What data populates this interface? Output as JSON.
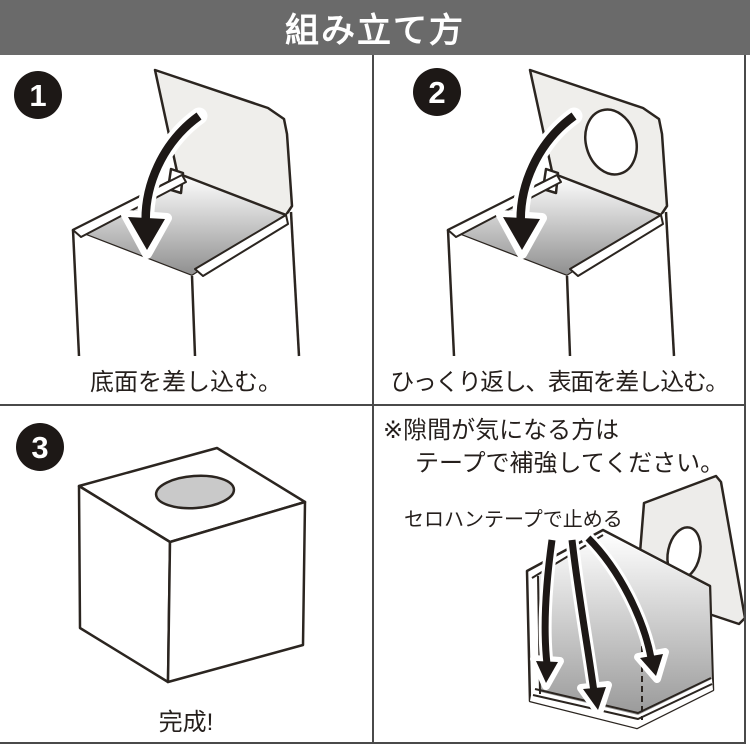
{
  "header": {
    "title": "組み立て方"
  },
  "steps": [
    {
      "number": "1",
      "caption": "底面を差し込む。"
    },
    {
      "number": "2",
      "caption": "ひっくり返し、表面を差し込む。"
    },
    {
      "number": "3",
      "caption": "完成!"
    }
  ],
  "note": {
    "line1": "※隙間が気になる方は",
    "line2": "テープで補強してください。",
    "tape_label": "セロハンテープで止める"
  },
  "colors": {
    "banner_bg": "#6a6a6a",
    "banner_text": "#ffffff",
    "grid_line": "#4a4a4a",
    "ink": "#251f1c",
    "line_art": "#2b2520",
    "flap_fill": "#efeeeb",
    "cube_hole_fill": "#c9c9c9",
    "interior_gradient_end": "#8e8e8e"
  }
}
